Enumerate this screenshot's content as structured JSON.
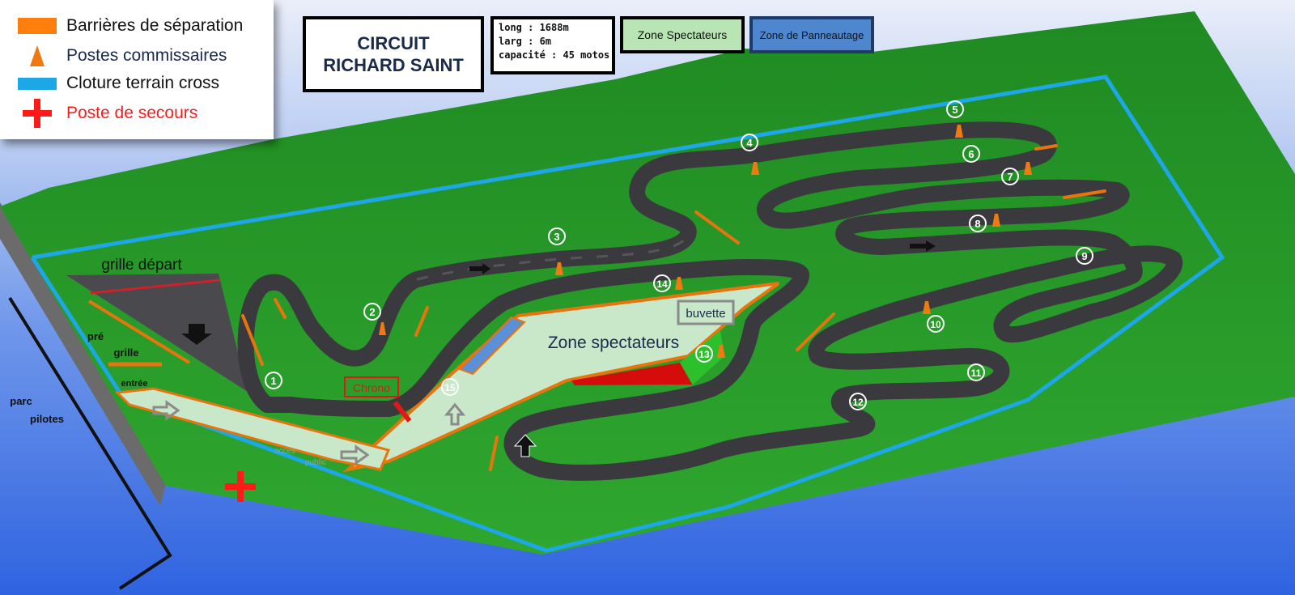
{
  "legend": {
    "items": [
      {
        "label": "Barrières de séparation",
        "swatch": "orange-bar",
        "color": "#ff7f0e",
        "text_color": "#111111"
      },
      {
        "label": "Postes commissaires",
        "swatch": "cone-icon",
        "color": "#f07a12",
        "text_color": "#1a2a4d"
      },
      {
        "label": "Cloture terrain cross",
        "swatch": "blue-bar",
        "color": "#1ea7e6",
        "text_color": "#111111"
      },
      {
        "label": "Poste de secours",
        "swatch": "red-cross-icon",
        "color": "#ff1a1a",
        "text_color": "#ff1a1a"
      }
    ]
  },
  "header": {
    "title_line1": "CIRCUIT",
    "title_line2": "RICHARD SAINT",
    "specs": [
      "long : 1688m",
      "larg  : 6m",
      "capacité : 45 motos"
    ],
    "zone_spectateurs_label": "Zone Spectateurs",
    "zone_panneautage_label": "Zone de Panneautage"
  },
  "map": {
    "labels": {
      "grille_depart": "grille départ",
      "pre": "pré",
      "grille": "grille",
      "entree": "entrée",
      "parc": "parc",
      "pilotes": "pilotes",
      "acces": "accès",
      "public": "public",
      "chrono": "Chrono",
      "zone_spectateurs": "Zone spectateurs",
      "buvette": "buvette"
    },
    "markers": [
      "1",
      "2",
      "3",
      "4",
      "5",
      "6",
      "7",
      "8",
      "9",
      "10",
      "11",
      "12",
      "13",
      "14",
      "15"
    ],
    "colors": {
      "grass": "#2e8f2e",
      "track": "#3a3a3e",
      "barrier": "#e8740e",
      "fence": "#1ea7e6",
      "spectator_zone": "#c9e8c9",
      "chrono": "#e01818"
    }
  }
}
